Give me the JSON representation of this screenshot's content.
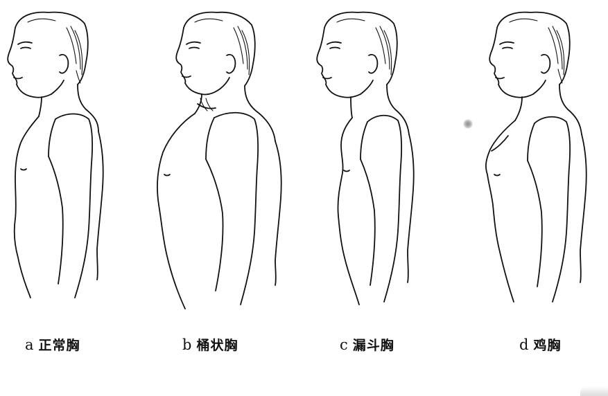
{
  "figures": [
    {
      "letter": "a",
      "name": "正常胸"
    },
    {
      "letter": "b",
      "name": "桶状胸"
    },
    {
      "letter": "c",
      "name": "漏斗胸"
    },
    {
      "letter": "d",
      "name": "鸡胸"
    }
  ]
}
